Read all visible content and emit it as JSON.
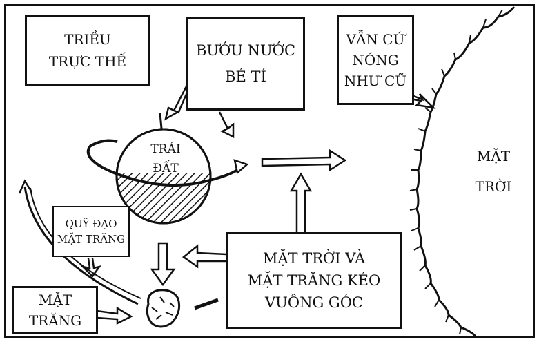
{
  "boxes": {
    "tidal_lock": {
      "line1": "TRIỀU",
      "line2": "TRỰC THẾ"
    },
    "tiny_bulge": {
      "line1": "BƯỚU NƯỚC",
      "line2": "BÉ TÍ"
    },
    "still_hot": {
      "line1": "VẪN CỨ",
      "line2": "NÓNG",
      "line3": "NHƯ CŨ"
    },
    "moon_orbit": {
      "line1": "QUỸ ĐẠO",
      "line2": "MẶT TRĂNG"
    },
    "moon_box": {
      "line1": "MẶT",
      "line2": "TRĂNG"
    },
    "sun_moon_pull": {
      "line1": "MẶT TRỜI VÀ",
      "line2": "MẶT TRĂNG KÉO",
      "line3": "VUÔNG GÓC"
    }
  },
  "labels": {
    "earth": {
      "line1": "TRÁI",
      "line2": "ĐẤT"
    },
    "sun": {
      "line1": "MẶT",
      "line2": "TRỜI"
    }
  }
}
